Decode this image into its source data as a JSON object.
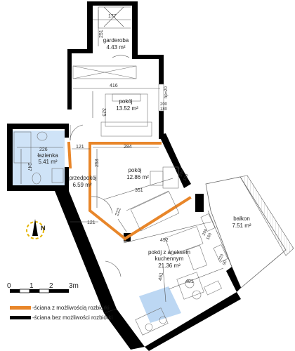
{
  "rooms": {
    "garderoba": {
      "name": "garderoba",
      "area": "4.43 m²"
    },
    "pokoj1": {
      "name": "pokój",
      "area": "13.52 m²"
    },
    "lazienka": {
      "name": "łazienka",
      "area": "5.41 m²"
    },
    "przedpokoj": {
      "name": "przedpokój",
      "area": "6.59 m²"
    },
    "pokoj2": {
      "name": "pokój",
      "area": "12.86 m²"
    },
    "balkon": {
      "name": "balkon",
      "area": "7.51 m²"
    },
    "aneks": {
      "name_line1": "pokój z aneksem",
      "name_line2": "kuchennym",
      "area": "21.36 m²"
    }
  },
  "dimensions": {
    "d177": "177",
    "d251": "251",
    "d416": "416",
    "d325": "325",
    "d226": "226",
    "d247": "247",
    "d121a": "121",
    "d284": "284",
    "d253": "253",
    "d351": "351",
    "d222": "222",
    "d121b": "121",
    "d492": "492",
    "d451": "451",
    "d481": "481"
  },
  "windows": {
    "w1a": "200",
    "w1b": "180",
    "w1c": "hp=20",
    "w2a": "200",
    "w2b": "100",
    "w3a": "200",
    "w3b": "160",
    "w4a": "220",
    "w4b": "90"
  },
  "scale": {
    "t0": "0",
    "t1": "1",
    "t2": "2",
    "t3": "3m"
  },
  "compass": {
    "label": "N"
  },
  "legend": {
    "removable": "-ściana z możliwością rozbiórki",
    "permanent": "-ściana bez możliwości rozbiórki"
  },
  "colors": {
    "removable_wall": "#e8862a",
    "permanent_wall": "#000000",
    "bathroom": "#cfe3f7",
    "kitchen_highlight": "#bcd7f3"
  }
}
